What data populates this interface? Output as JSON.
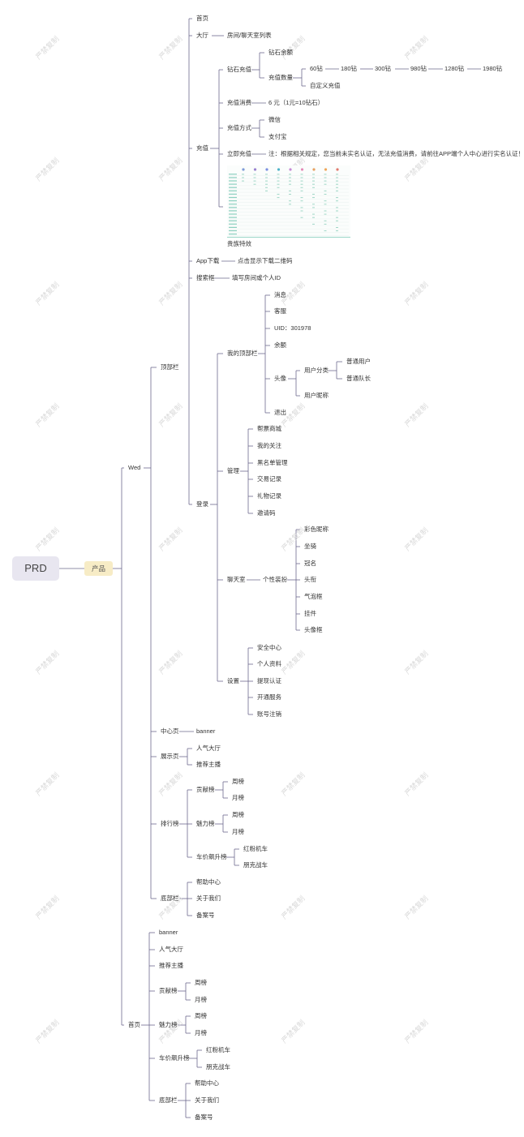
{
  "root": "PRD",
  "product": "产品",
  "watermark": "严禁复制",
  "line_color": "#6e6a8e",
  "web": {
    "label": "Wed",
    "top_bar": {
      "label": "顶部栏",
      "home": "首页",
      "hall": {
        "label": "大厅",
        "child": "房间/聊天室列表"
      },
      "recharge": {
        "label": "充值",
        "diamond": {
          "label": "钻石充值",
          "balance": "钻石余额",
          "quantity": {
            "label": "充值数量",
            "amounts": [
              "60钻",
              "180钻",
              "300钻",
              "980钻",
              "1280钻",
              "1980钻"
            ],
            "custom": "自定义充值"
          }
        },
        "consume": {
          "label": "充值消费",
          "child": "6 元（1元=10钻石）"
        },
        "method": {
          "label": "充值方式",
          "options": [
            "微信",
            "支付宝"
          ]
        },
        "instant": {
          "label": "立即充值",
          "note": "注：根据相关规定，您当前未实名认证，无法充值消费，请前往APP端个人中心进行实名认证！"
        },
        "noble_caption": "贵族特效"
      },
      "app_download": {
        "label": "App下载",
        "child": "点击显示下载二维码"
      },
      "search": {
        "label": "搜索框",
        "child": "填写房间或个人ID"
      },
      "login": {
        "label": "登录",
        "my_top": {
          "label": "我的顶部栏",
          "message": "消息",
          "service": "客服",
          "uid": "UID：301978",
          "balance": "余额",
          "avatar": {
            "label": "头像",
            "category": {
              "label": "用户分类",
              "options": [
                "普通用户",
                "普通队长"
              ]
            },
            "nickname": "用户昵称"
          },
          "logout": "退出"
        },
        "manage": {
          "label": "管理",
          "items": [
            "帮票商城",
            "我的关注",
            "黑名单管理",
            "交易记录",
            "礼物记录",
            "邀请码"
          ]
        },
        "chatroom": {
          "label": "聊天室",
          "dress": {
            "label": "个性装扮",
            "items": [
              "彩色昵称",
              "坐骑",
              "冠名",
              "头衔",
              "气泡框",
              "挂件",
              "头像框"
            ]
          }
        },
        "settings": {
          "label": "设置",
          "items": [
            "安全中心",
            "个人资料",
            "提现认证",
            "开通服务",
            "账号注销"
          ]
        }
      }
    },
    "center": {
      "label": "中心页",
      "child": "banner"
    },
    "display": {
      "label": "展示页",
      "items": [
        "人气大厅",
        "推荐主播"
      ]
    },
    "ranking": {
      "label": "排行榜",
      "contribution": {
        "label": "贡献榜",
        "items": [
          "周榜",
          "月榜"
        ]
      },
      "charm": {
        "label": "魅力榜",
        "items": [
          "周榜",
          "月榜"
        ]
      },
      "car": {
        "label": "车价飙升榜",
        "items": [
          "红粉机车",
          "朋克战车"
        ]
      }
    },
    "bottom": {
      "label": "底部栏",
      "items": [
        "帮助中心",
        "关于我们",
        "备案号"
      ]
    }
  },
  "home": {
    "label": "首页",
    "banner": "banner",
    "popular": "人气大厅",
    "recommend": "推荐主播",
    "contribution": {
      "label": "贡献榜",
      "items": [
        "周榜",
        "月榜"
      ]
    },
    "charm": {
      "label": "魅力榜",
      "items": [
        "周榜",
        "月榜"
      ]
    },
    "car": {
      "label": "车价飙升榜",
      "items": [
        "红粉机车",
        "朋克战车"
      ]
    },
    "bottom": {
      "label": "底部栏",
      "items": [
        "帮助中心",
        "关于我们",
        "备案号"
      ]
    }
  }
}
